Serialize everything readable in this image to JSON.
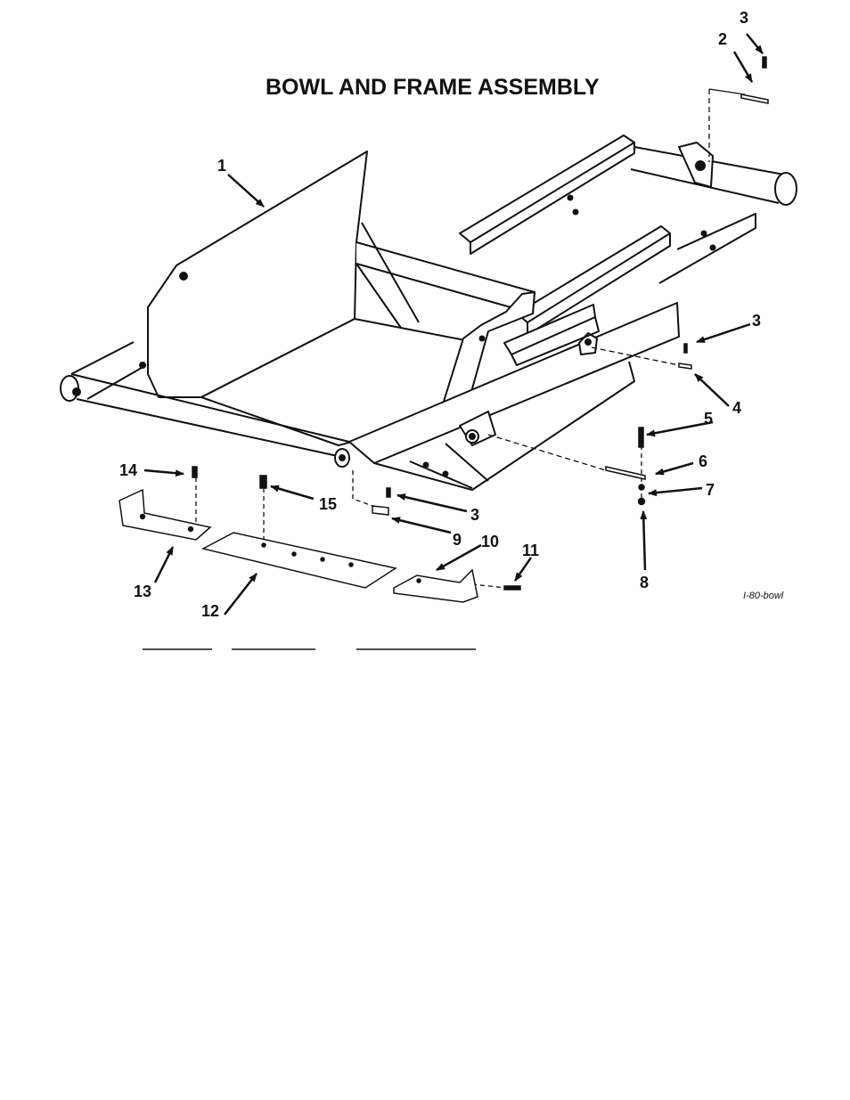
{
  "title": "BOWL AND FRAME ASSEMBLY",
  "drawing_id": "I-80-bowl",
  "callouts": [
    "1",
    "2",
    "3",
    "3",
    "3",
    "4",
    "5",
    "6",
    "7",
    "8",
    "9",
    "10",
    "11",
    "12",
    "13",
    "14",
    "15"
  ],
  "line_color": "#111111",
  "paper_color": "#ffffff"
}
